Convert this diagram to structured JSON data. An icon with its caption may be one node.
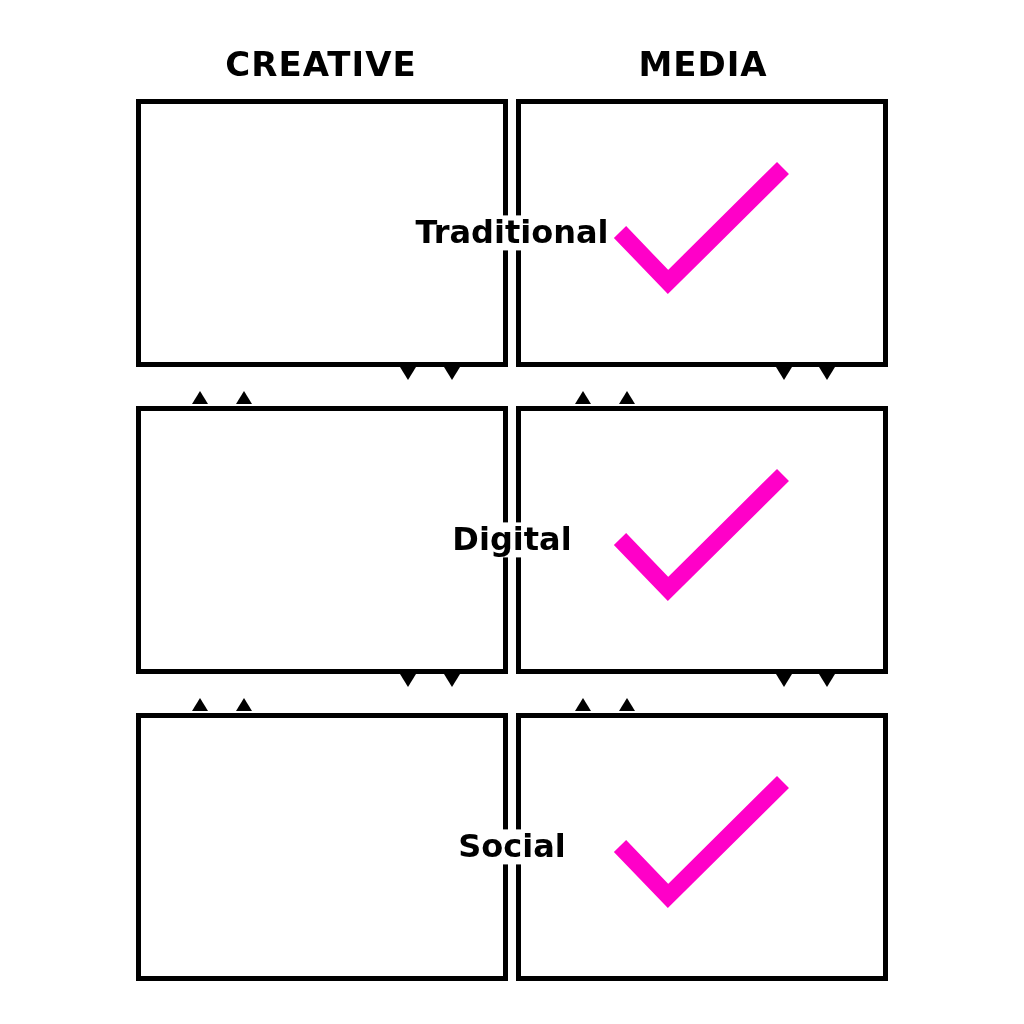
{
  "diagram": {
    "nodes": [
      {
        "text": [],
        "shape": "box"
      },
      {
        "text": [],
        "shape": "box"
      },
      {
        "text": [],
        "shape": "box"
      },
      {
        "text": [],
        "shape": "box"
      },
      {
        "text": [],
        "shape": "box"
      },
      {
        "text": [],
        "shape": "box"
      }
    ],
    "labels": [
      "CREATIVE",
      "MEDIA",
      "Traditional",
      "Digital",
      "Social"
    ]
  }
}
